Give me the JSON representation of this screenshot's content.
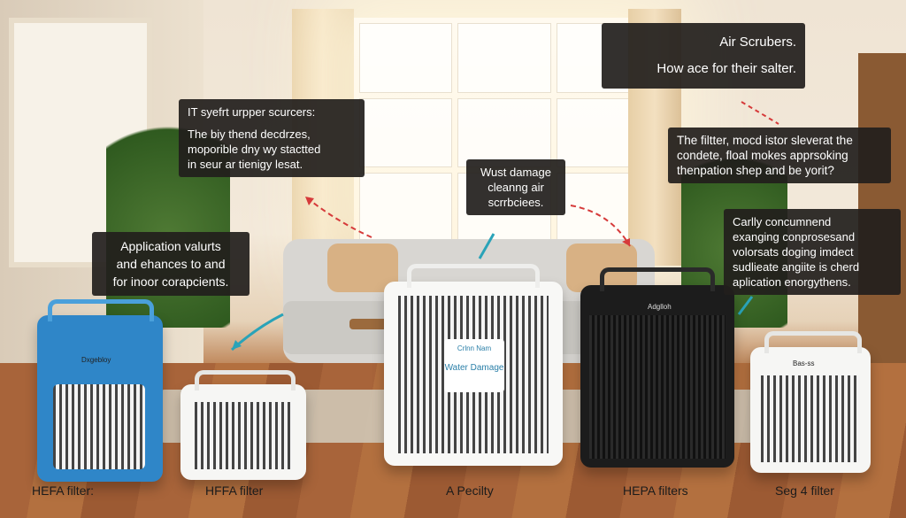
{
  "callouts": {
    "top_left": {
      "lines": [
        "IT syefrt urpper scurcers:",
        "The biy thend decdrzes,",
        "moporible dny wy stactted",
        "in seur ar tienigy lesat."
      ]
    },
    "top_right": {
      "lines": [
        "Air Scrubers.",
        "How ace for their salter."
      ]
    },
    "middle_left": {
      "lines": [
        "Application valurts",
        "and ehances to and",
        "for inoor corapcients."
      ]
    },
    "center": {
      "lines": [
        "Wust damage",
        "cleanng air",
        "scrrbciees."
      ]
    },
    "right_upper": {
      "lines": [
        "The filtter, mocd istor sleverat the",
        "condete, floal mokes apprsoking",
        "thenpation shep and be yorit?"
      ]
    },
    "right_lower": {
      "lines": [
        "Carlly concumnend",
        "exanging conprosesand",
        "volorsats doging imdect",
        "sudlieate angiite is cherd",
        "aplication enorgythens."
      ]
    }
  },
  "devices": {
    "blue": {
      "brand": "Dxgebloy",
      "caption": "HEFA filter:",
      "color": "#2f86c8"
    },
    "small_white": {
      "caption": "HFFA filter"
    },
    "center_white": {
      "logo_text": "Crlnn Nam",
      "label": "Water Damage",
      "caption": "A Pecilty"
    },
    "black": {
      "brand": "Adglloh",
      "caption": "HEPA filters",
      "color": "#1c1c1c"
    },
    "right_white": {
      "brand": "Bas-ss",
      "caption": "Seg 4 filter"
    }
  },
  "colors": {
    "arrow_red": "#d63a3a",
    "arrow_teal": "#2aa3b8",
    "callout_bg": "#221e1c"
  }
}
